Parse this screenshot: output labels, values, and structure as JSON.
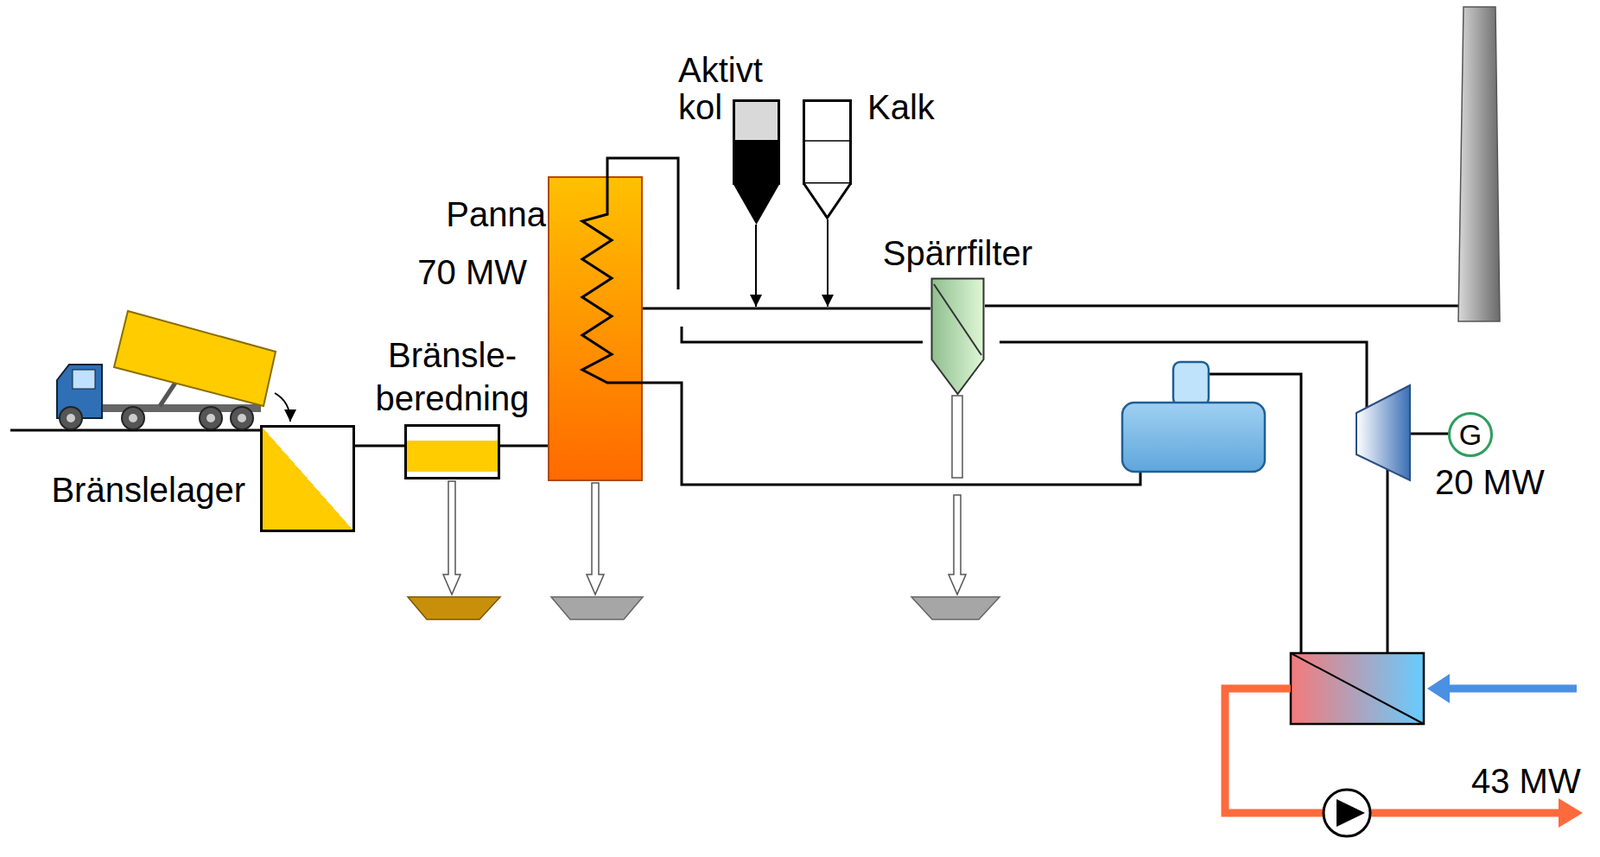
{
  "diagram": {
    "nodes": [
      {
        "text": [
          "Bränslelager"
        ]
      },
      {
        "text": [
          "Bränsle- beredning"
        ]
      },
      {
        "text": [
          "Panna",
          "70 MW"
        ]
      },
      {
        "text": [
          "Aktivt kol"
        ]
      },
      {
        "text": [
          "Kalk"
        ]
      },
      {
        "text": [
          "Spärrfilter"
        ]
      },
      {
        "text": [
          "G"
        ]
      }
    ],
    "edges": [
      {
        "from": 0,
        "to": 1,
        "arrow": "none"
      },
      {
        "from": 1,
        "to": 2,
        "arrow": "none"
      },
      {
        "from": 2,
        "to": 5,
        "arrow": "none"
      }
    ],
    "labels": [
      "20 MW",
      "43 MW"
    ]
  }
}
